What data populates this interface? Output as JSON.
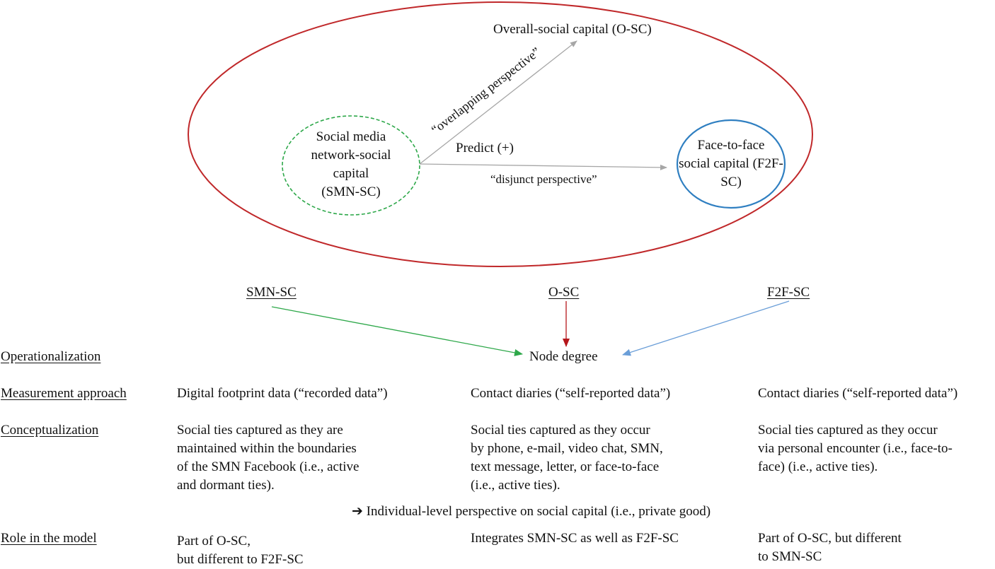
{
  "diagram": {
    "nodes": {
      "osc": "Overall-social capital (O-SC)",
      "smnsc": "Social media\nnetwork-social\ncapital\n(SMN-SC)",
      "f2fsc": "Face-to-face\nsocial capital (F2F-\nSC)"
    },
    "edges": {
      "overlapping": "“overlapping perspective”",
      "predict": "Predict (+)",
      "disjunct": "“disjunct perspective”"
    }
  },
  "columns": {
    "smnsc": "SMN-SC",
    "osc": "O-SC",
    "f2fsc": "F2F-SC"
  },
  "node_degree": "Node degree",
  "rows": {
    "operationalization": {
      "label": "Operationalization"
    },
    "measurement": {
      "label": "Measurement approach",
      "smnsc": "Digital footprint data (“recorded data”)",
      "osc": "Contact diaries (“self-reported data”)",
      "f2fsc": "Contact diaries (“self-reported data”)"
    },
    "conceptualization": {
      "label": "Conceptualization",
      "smnsc": "Social ties captured as they are\nmaintained within the boundaries\nof the SMN Facebook (i.e., active\nand dormant ties).",
      "osc": "Social ties captured as they occur\nby phone, e-mail, video chat, SMN,\ntext message, letter, or face-to-face\n(i.e., active ties).",
      "f2fsc": "Social ties captured as they occur\nvia personal encounter (i.e., face-to-\nface) (i.e., active ties)."
    },
    "perspective": {
      "arrow": "➔",
      "text": "Individual-level perspective on social capital (i.e., private good)"
    },
    "role": {
      "label": "Role in the model",
      "smnsc": "Part of O-SC,\nbut different to F2F-SC",
      "osc": "Integrates SMN-SC as well as F2F-SC",
      "f2fsc": "Part of O-SC, but different\nto SMN-SC"
    }
  },
  "colors": {
    "outer_ellipse": "#c0282a",
    "smnsc_node": "#2ea84a",
    "f2fsc_node": "#2f7fc1",
    "gray_arrow": "#a6a6a6",
    "green_arrow": "#2ea84a",
    "red_arrow": "#b5161b",
    "blue_arrow": "#6a9ed8"
  }
}
